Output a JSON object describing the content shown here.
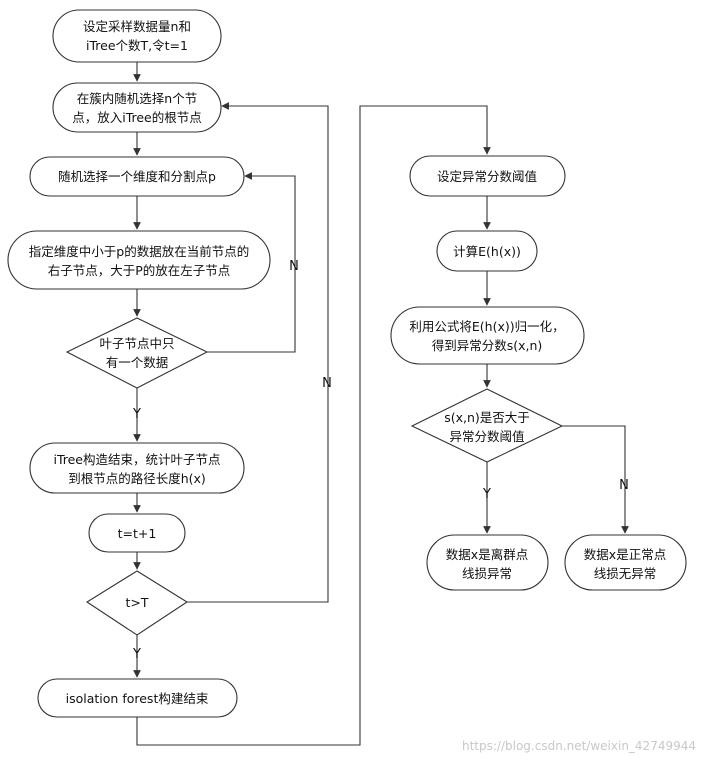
{
  "nodes": {
    "init": [
      "设定采样数据量n和",
      "iTree个数T,令t=1"
    ],
    "select_n": [
      "在簇内随机选择n个节",
      "点，放入iTree的根节点"
    ],
    "select_dim": [
      "随机选择一个维度和分割点p"
    ],
    "split": [
      "指定维度中小于p的数据放在当前节点的",
      "右子节点，大于P的放在左子节点"
    ],
    "leaf_check": [
      "叶子节点中只",
      "有一个数据"
    ],
    "tree_done": [
      "iTree构造结束，统计叶子节点",
      "到根节点的路径长度h(x)"
    ],
    "increment": [
      "t=t+1"
    ],
    "t_check": [
      "t>T"
    ],
    "forest_done": [
      "isolation forest构建结束"
    ],
    "set_threshold": [
      "设定异常分数阈值"
    ],
    "compute_e": [
      "计算E(h(x))"
    ],
    "normalize": [
      "利用公式将E(h(x))归一化，",
      "得到异常分数s(x,n)"
    ],
    "threshold_check": [
      "s(x,n)是否大于",
      "异常分数阈值"
    ],
    "outlier": [
      "数据x是离群点",
      "线损异常"
    ],
    "normal": [
      "数据x是正常点",
      "线损无异常"
    ]
  },
  "edge_labels": {
    "leaf_no": "N",
    "leaf_yes": "Y",
    "t_no": "N",
    "t_yes": "Y",
    "threshold_yes": "Y",
    "threshold_no": "N"
  },
  "watermark": "https://blog.csdn.net/weixin_42749944",
  "colors": {
    "stroke": "#333333",
    "fill": "#ffffff",
    "text": "#111111"
  }
}
